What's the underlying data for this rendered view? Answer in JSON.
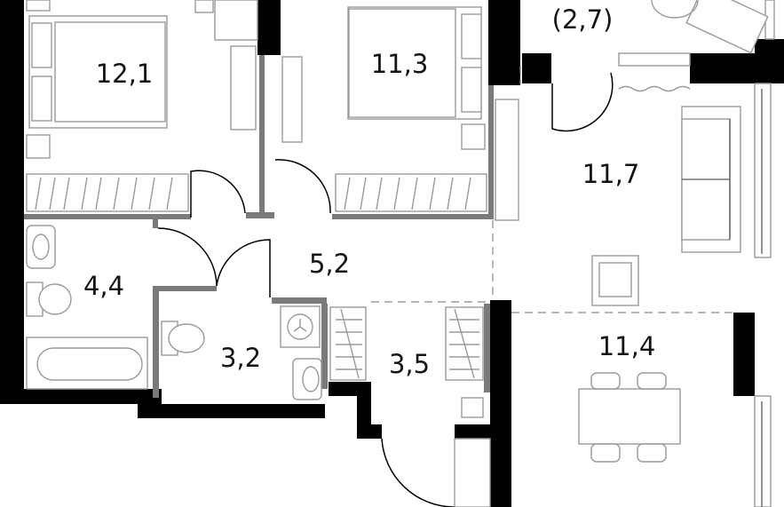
{
  "rooms": {
    "bedroom_1": "12,1",
    "bedroom_2": "11,3",
    "balcony": "(2,7)",
    "living_room": "11,7",
    "hallway": "5,2",
    "bathroom": "4,4",
    "toilet": "3,2",
    "wardrobe": "3,5",
    "kitchen": "11,4"
  }
}
